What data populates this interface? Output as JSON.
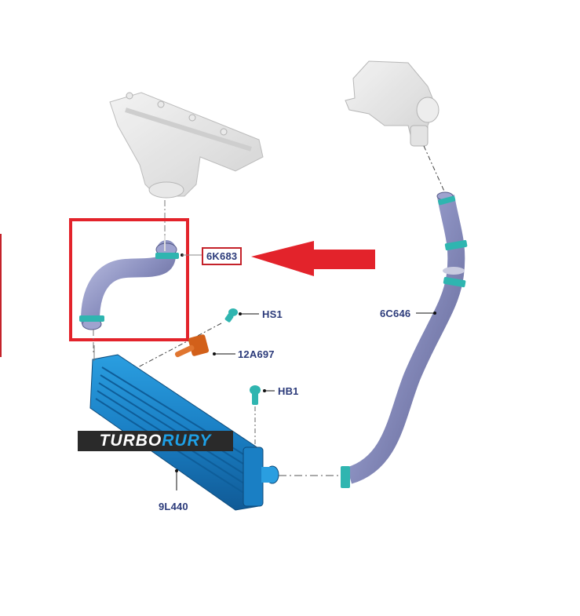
{
  "diagram": {
    "type": "parts-exploded-view",
    "subject": "Intercooler and charge air hoses",
    "parts": [
      {
        "id": "6K683",
        "label": "6K683",
        "description": "charge air hose (highlighted)",
        "highlighted": true
      },
      {
        "id": "6C646",
        "label": "6C646",
        "description": "charge air hose (long)"
      },
      {
        "id": "HS1",
        "label": "HS1",
        "description": "bolt"
      },
      {
        "id": "12A697",
        "label": "12A697",
        "description": "sensor"
      },
      {
        "id": "HB1",
        "label": "HB1",
        "description": "bolt"
      },
      {
        "id": "9L440",
        "label": "9L440",
        "description": "intercooler"
      }
    ],
    "context_parts": [
      "exhaust-manifold",
      "turbocharger"
    ],
    "watermark": {
      "part1": "TURBO",
      "part2": "RURY"
    },
    "colors": {
      "highlight_red": "#e3232b",
      "label_blue": "#2b3a7a",
      "hose_purple": "#8a8fbf",
      "clamp_teal": "#2fb5b0",
      "intercooler_blue": "#1a7fc4",
      "sensor_orange": "#d2601a",
      "logo_dark": "#2a2a2a",
      "logo_blue": "#1ea0e6"
    }
  }
}
